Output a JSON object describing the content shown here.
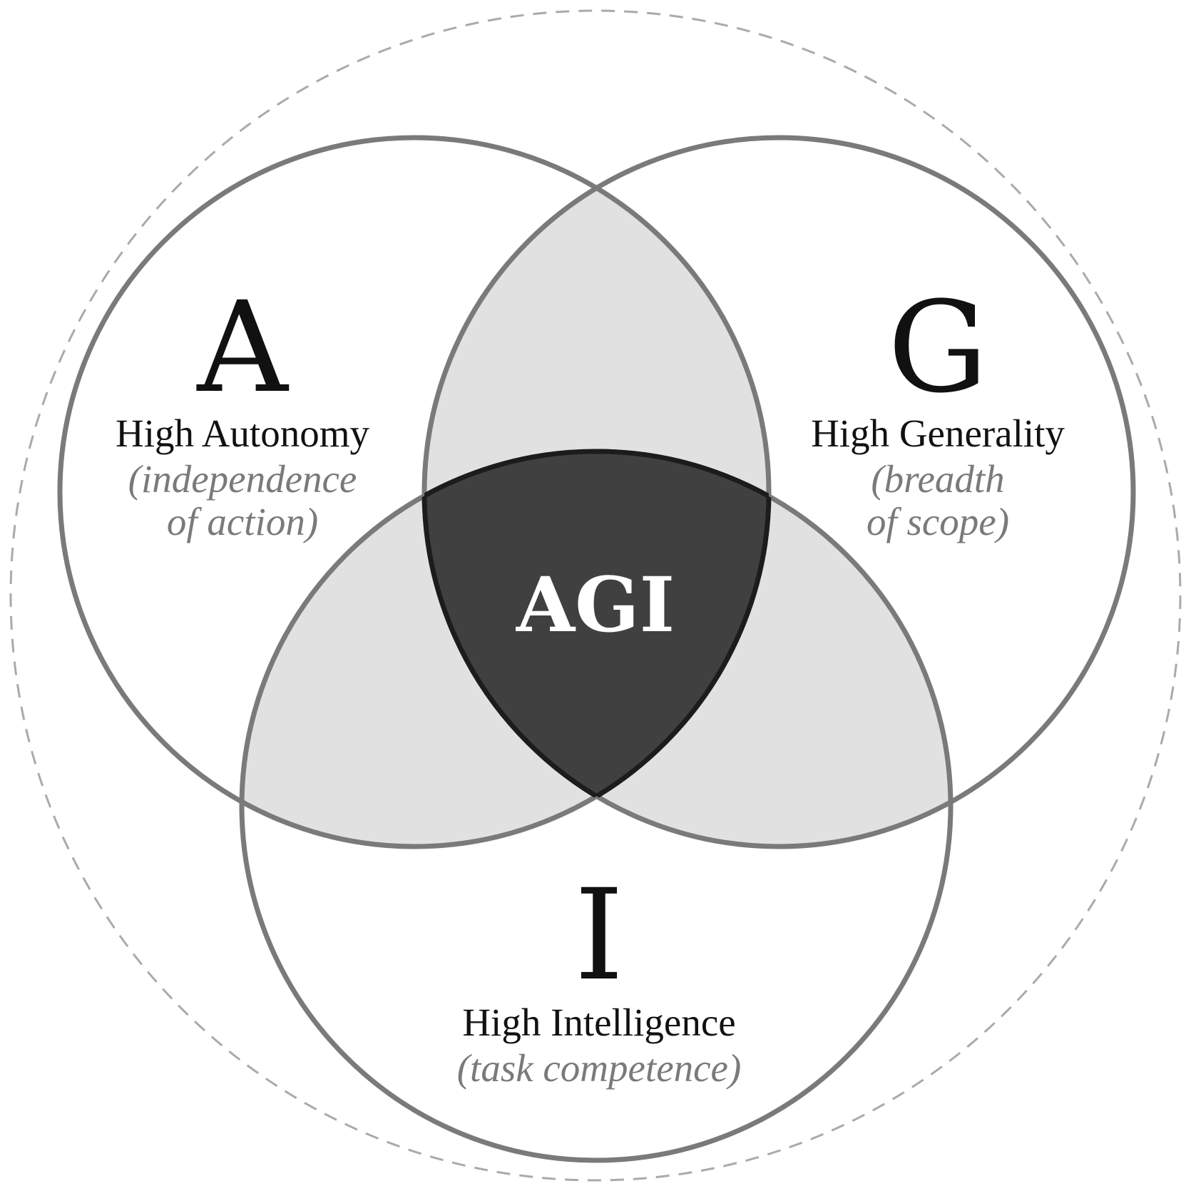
{
  "colors": {
    "background": "#ffffff",
    "outer_ring": "#aaaaaa",
    "circle_stroke": "#7a7a7a",
    "pair_overlap_fill": "#e1e1e1",
    "center_fill": "#404040",
    "center_stroke": "#1c1c1c",
    "center_text": "#ffffff",
    "label_text": "#111111",
    "description_text": "#7a7a7a"
  },
  "sets": [
    {
      "key": "autonomy",
      "letter": "A",
      "title": "High Autonomy",
      "description_line1": "(independence",
      "description_line2": "of action)"
    },
    {
      "key": "generality",
      "letter": "G",
      "title": "High Generality",
      "description_line1": "(breadth",
      "description_line2": "of scope)"
    },
    {
      "key": "intelligence",
      "letter": "I",
      "title": "High Intelligence",
      "description_line1": "(task competence)"
    }
  ],
  "center_label": "AGI"
}
